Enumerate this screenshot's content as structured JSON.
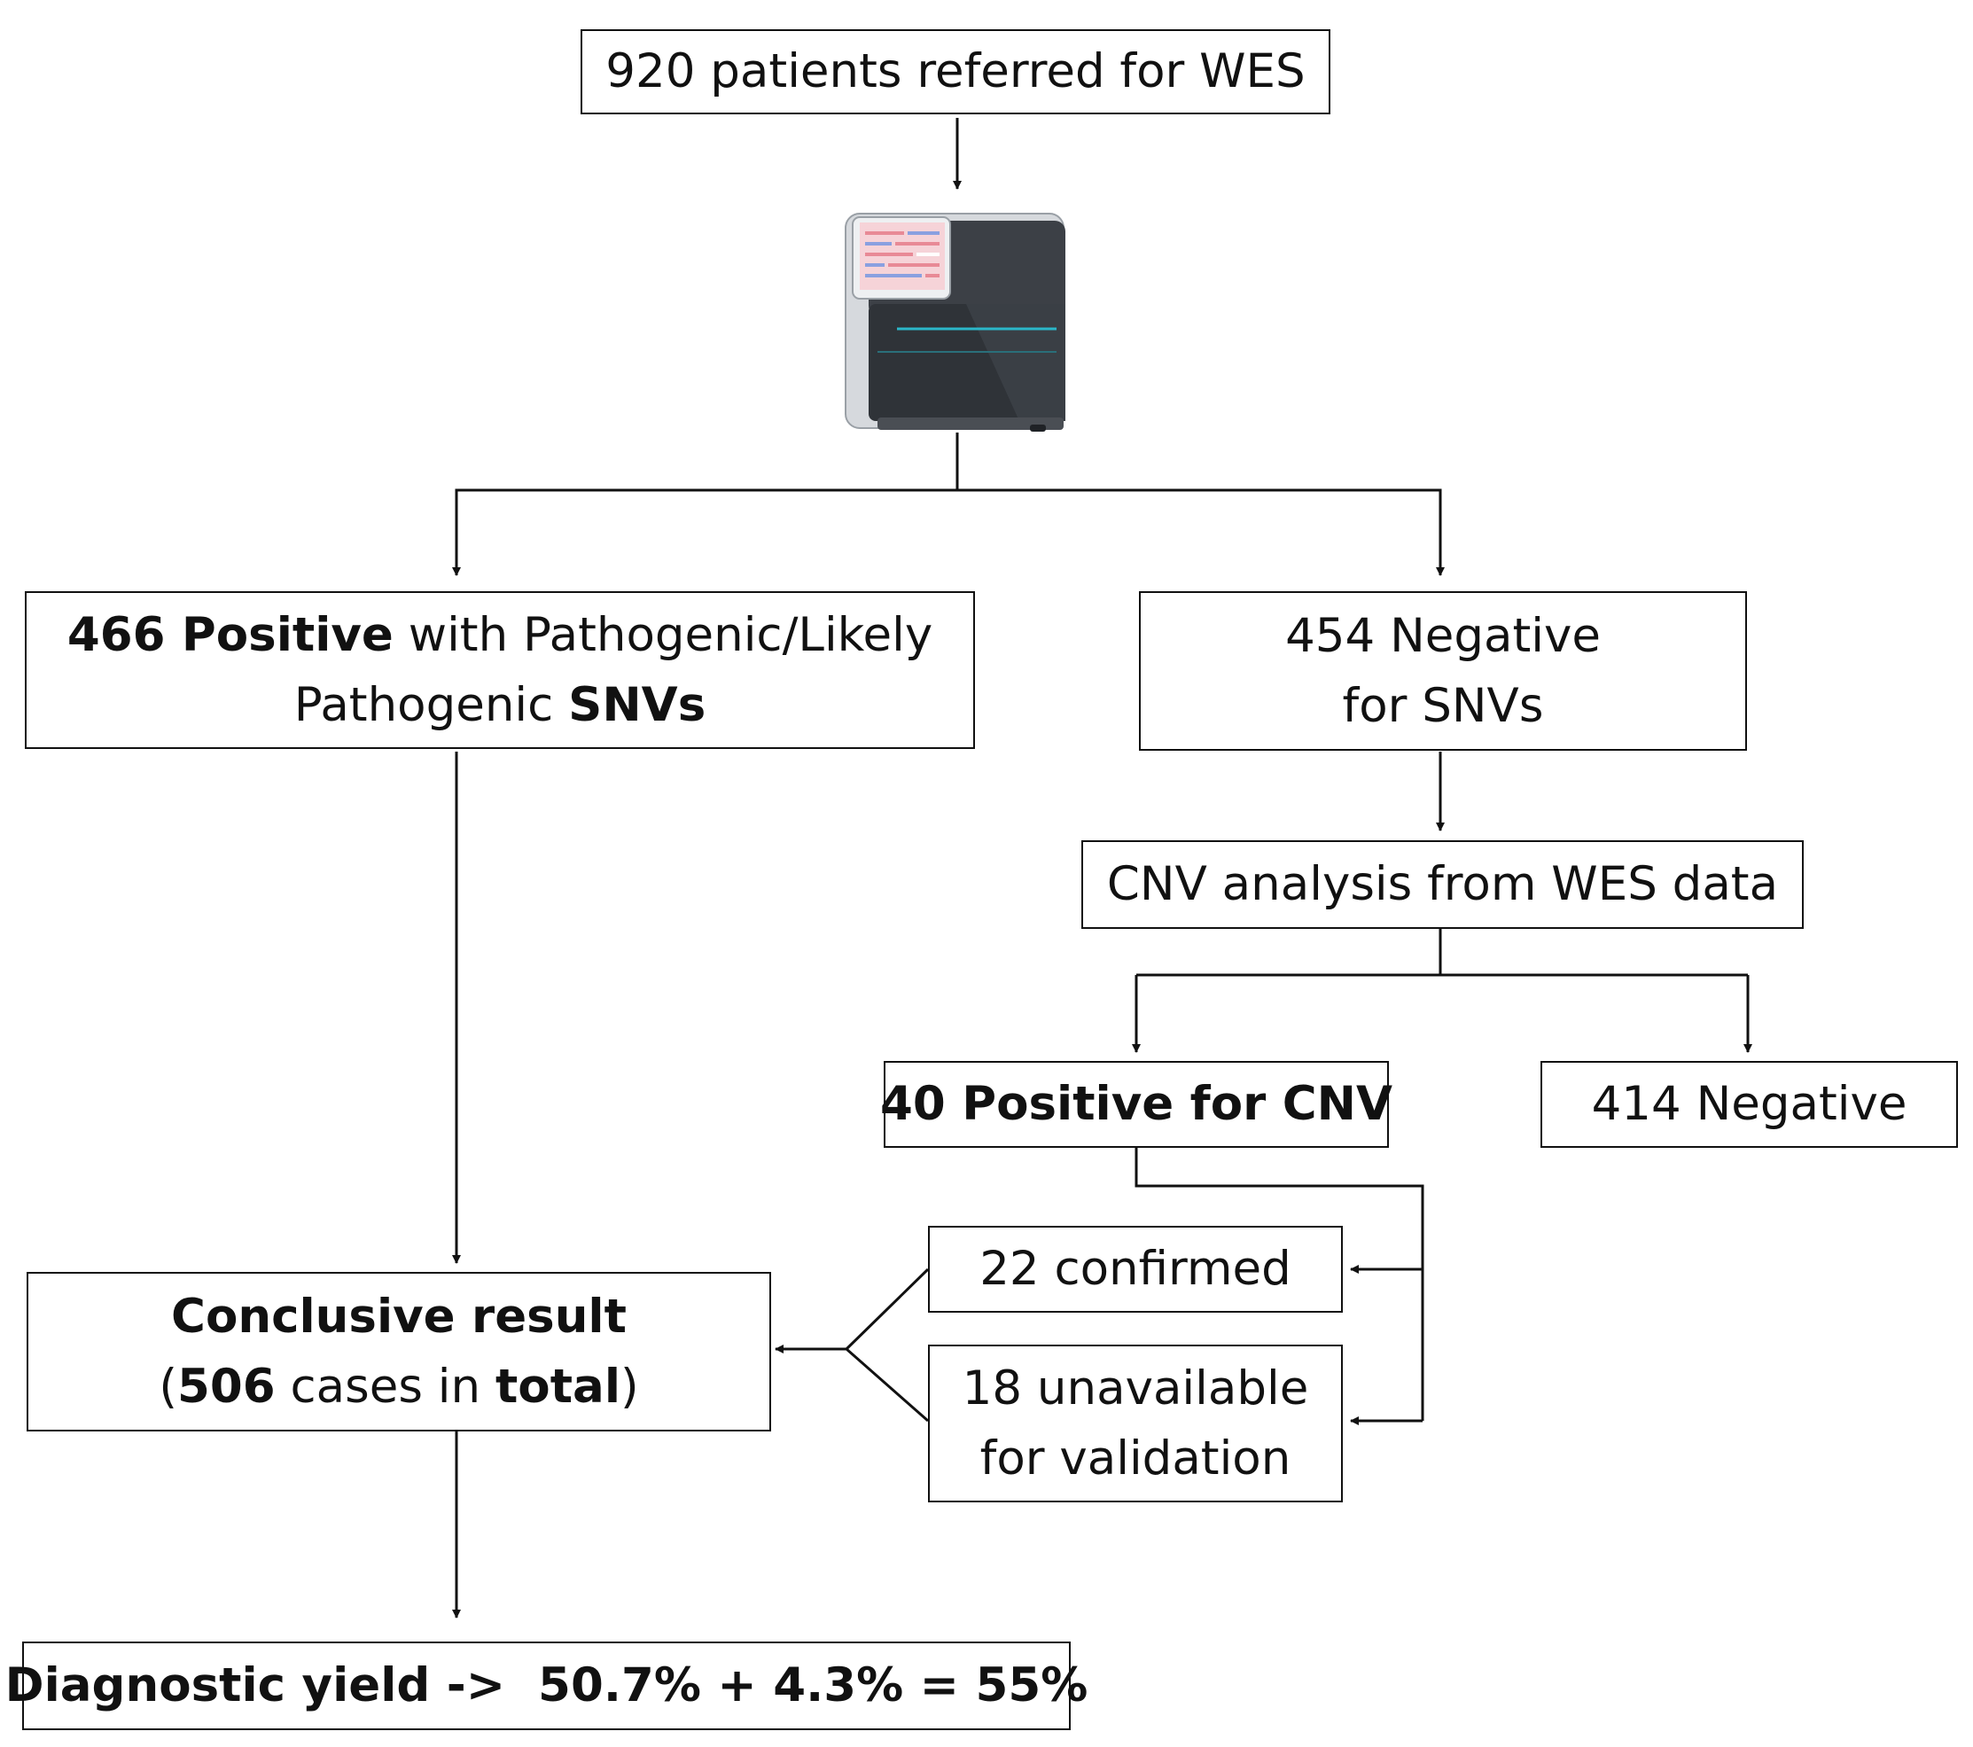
{
  "nodes": {
    "referred": {
      "text": "920 patients referred for WES"
    },
    "positive_snv": {
      "line1": {
        "bold": "466 Positive",
        "rest": " with Pathogenic/Likely"
      },
      "line2": {
        "plain": "Pathogenic ",
        "bold": "SNVs"
      }
    },
    "negative_snv": {
      "line1": "454 Negative",
      "line2": "for SNVs"
    },
    "cnv_analysis": {
      "text": "CNV analysis from WES data"
    },
    "cnv_positive": {
      "text": "40 Positive for CNV"
    },
    "cnv_negative": {
      "text": "414 Negative"
    },
    "confirmed": {
      "text": "22 confirmed"
    },
    "unavailable": {
      "line1": "18 unavailable",
      "line2": "for validation"
    },
    "conclusive": {
      "line1": "Conclusive result",
      "line2": {
        "open": "(",
        "count": "506",
        "mid": " cases in ",
        "total": "total",
        "close": ")"
      }
    },
    "yield": {
      "text": "Diagnostic yield ->  50.7% + 4.3% = 55%"
    }
  },
  "icons": {
    "sequencer": "sequencer-machine-icon"
  },
  "colors": {
    "stroke": "#111111",
    "sequencer_body": "#3c4046",
    "sequencer_frame": "#d6d9dd",
    "accent": "#2bb7c9"
  }
}
